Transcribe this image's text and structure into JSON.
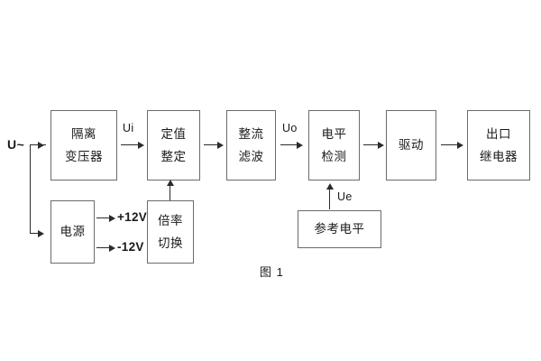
{
  "figure": {
    "caption": "图 1",
    "source_label": "U~",
    "signal_labels": {
      "ui": "Ui",
      "uo": "Uo",
      "ue": "Ue"
    },
    "power_rails": [
      {
        "name": "positive-rail",
        "label": "+12V"
      },
      {
        "name": "negative-rail",
        "label": "-12V"
      }
    ],
    "blocks": [
      {
        "id": "isolation-transformer",
        "lines": [
          "隔离",
          "变压器"
        ]
      },
      {
        "id": "setting-value",
        "lines": [
          "定值",
          "整定"
        ]
      },
      {
        "id": "rectify-filter",
        "lines": [
          "整流",
          "滤波"
        ]
      },
      {
        "id": "level-detection",
        "lines": [
          "电平",
          "检测"
        ]
      },
      {
        "id": "drive",
        "lines": [
          "驱动"
        ]
      },
      {
        "id": "output-relay",
        "lines": [
          "出口",
          "继电器"
        ]
      },
      {
        "id": "power-supply",
        "lines": [
          "电源"
        ]
      },
      {
        "id": "multiplier-switch",
        "lines": [
          "倍率",
          "切换"
        ]
      },
      {
        "id": "reference-level",
        "lines": [
          "参考电平"
        ]
      }
    ]
  },
  "colors": {
    "box_border": "#6b6b6b",
    "connector": "#2b2b2b",
    "text": "#1a1a1a",
    "background": "#ffffff"
  }
}
